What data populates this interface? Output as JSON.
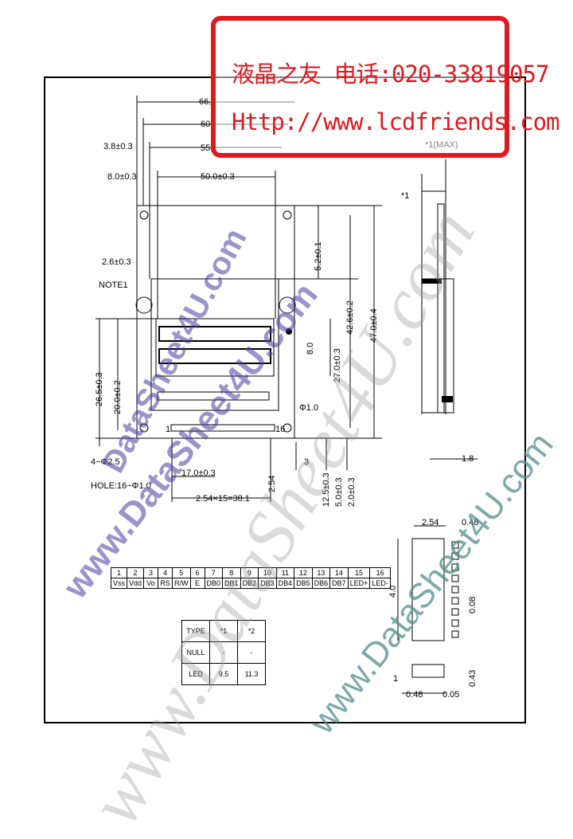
{
  "banner": {
    "line1": "液晶之友 电话:020-33819057",
    "line2": "Http://www.lcdfriends.com"
  },
  "dimensions": {
    "w66": "66.",
    "w60": "60.",
    "w55": "55.",
    "d38": "3.8±0.3",
    "d80": "8.0±0.3",
    "w50": "50.0±0.3",
    "d26": "2.6±0.3",
    "note1": "NOTE1",
    "h52": "5.2±0.1",
    "h426": "42.6±0.2",
    "h470": "47.0±0.4",
    "h270": "27.0±0.3",
    "h265": "26.5±0.3",
    "h20": "20.0±0.2",
    "h80": "8.0",
    "d10": "Φ1.0",
    "pin1": "1",
    "pin16": "16",
    "holes4": "4−Φ2.5",
    "hole16": "HOLE:16−Φ1.0",
    "d170": "17.0±0.3",
    "pitch": "2.54×15=38.1",
    "d254v": "2.54",
    "d3": "3",
    "h125": "12.5±0.3",
    "h50": "5.0±0.3",
    "h20b": "2.0±0.3",
    "max": "*1(MAX)",
    "s1": "*1",
    "d18": "1.8",
    "c254": "2.54",
    "c048": "0.48",
    "c40": "4.0",
    "c008": "0.08",
    "c043": "0.43",
    "c1": "1",
    "c048b": "0.48",
    "c005": "0.05"
  },
  "pin_table": {
    "numbers": [
      "1",
      "2",
      "3",
      "4",
      "5",
      "6",
      "7",
      "8",
      "9",
      "10",
      "11",
      "12",
      "13",
      "14",
      "15",
      "16"
    ],
    "names": [
      "Vss",
      "Vdd",
      "Vo",
      "RS",
      "R/W",
      "E",
      "DB0",
      "DB1",
      "DB2",
      "DB3",
      "DB4",
      "DB5",
      "DB6",
      "DB7",
      "LED+",
      "LED-"
    ]
  },
  "type_table": {
    "header": [
      "TYPE",
      "*1",
      "*2"
    ],
    "rows": [
      [
        "NULL",
        "-",
        "-"
      ],
      [
        "LED",
        "9.5",
        "11.3"
      ]
    ]
  },
  "watermarks": {
    "a": "DataSheet4U.com",
    "b": "www.DataSheet4U.com",
    "c": "www.DataSheet4U.com",
    "d": "www.DataSheet4U.com"
  },
  "colors": {
    "banner_red": "#e0191e",
    "watermark_blue": "#4a3ca0",
    "watermark_teal": "#508c8c"
  }
}
